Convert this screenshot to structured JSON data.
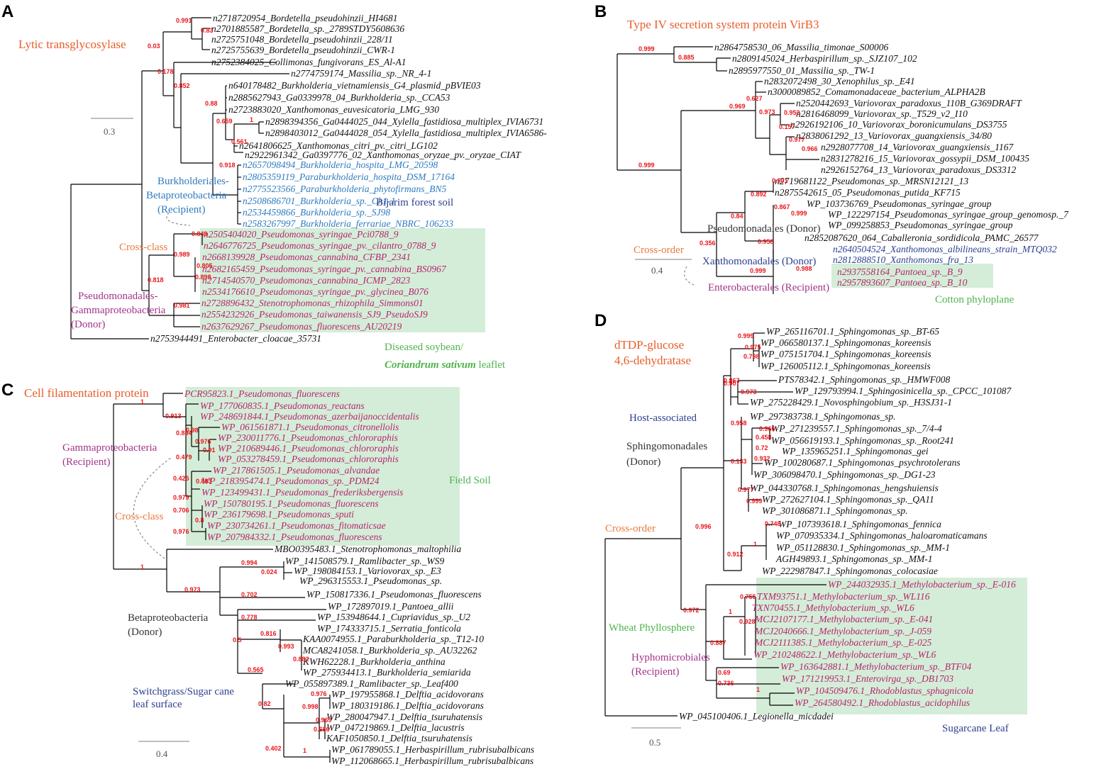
{
  "colors": {
    "title": "#e85d2a",
    "recipient_leaf": "#b5266e",
    "blue_leaf": "#2f7bbf",
    "navy": "#2d3f8e",
    "support": "#e8161b",
    "highlight": "#d4edd8",
    "env_green": "#4db34d",
    "cross": "#e87a3c",
    "purple": "#a23488"
  },
  "panels": [
    {
      "id": "A",
      "title": "Lytic transglycosylase",
      "scale_bar": "0.3",
      "annotations": [
        {
          "text": "Burkholderiales-",
          "color": "blue"
        },
        {
          "text": "Betaproteobacteria",
          "color": "blue"
        },
        {
          "text": "(Recipient)",
          "color": "blue"
        },
        {
          "text": "Bijarim forest soil",
          "color": "navy"
        },
        {
          "text": "Cross-class",
          "color": "cross"
        },
        {
          "text": "Pseudomonadales-",
          "color": "purple"
        },
        {
          "text": "Gammaproteobacteria",
          "color": "purple"
        },
        {
          "text": "(Donor)",
          "color": "purple"
        },
        {
          "text": "Diseased soybean/",
          "color": "green"
        },
        {
          "text": "Coriandrum sativum",
          "color": "green_bold"
        },
        {
          "text": " leaflet",
          "color": "green"
        }
      ],
      "leaves": [
        {
          "label": "n2718720954_Bordetella_pseudohinzii_HI4681",
          "color": "black"
        },
        {
          "label": "n2701885587_Bordetella_sp._2789STDY5608636",
          "color": "black"
        },
        {
          "label": "n2725751048_Bordetella_pseudohinzii_228/11",
          "color": "black"
        },
        {
          "label": "n2725755639_Bordetella_pseudohinzii_CWR-1",
          "color": "black"
        },
        {
          "label": "n2752384025_Collimonas_fungivorans_ES_Al-A1",
          "color": "black"
        },
        {
          "label": "n2774759174_Massilia_sp._NR_4-1",
          "color": "black"
        },
        {
          "label": "n640178482_Burkholderia_vietnamiensis_G4_plasmid_pBVIE03",
          "color": "black"
        },
        {
          "label": "n2885627943_Ga0339978_04_Burkholderia_sp._CCA53",
          "color": "black"
        },
        {
          "label": "n2723883020_Xanthomonas_euvesicatoria_LMG_930",
          "color": "black"
        },
        {
          "label": "n2898394356_Ga0444025_044_Xylella_fastidiosa_multiplex_IVIA6731",
          "color": "black"
        },
        {
          "label": "n2898403012_Ga0444028_054_Xylella_fastidiosa_multiplex_IVIA6586-",
          "color": "black"
        },
        {
          "label": "n2641806625_Xanthomonas_citri_pv._citri_LG102",
          "color": "black"
        },
        {
          "label": "n2922961342_Ga0397776_02_Xanthomonas_oryzae_pv._oryzae_CIAT",
          "color": "black"
        },
        {
          "label": "n2657098494_Burkholderia_hospita_LMG_20598",
          "color": "blue"
        },
        {
          "label": "n2805359119_Paraburkholderia_hospita_DSM_17164",
          "color": "blue"
        },
        {
          "label": "n2775523566_Paraburkholderia_phytofirmans_BN5",
          "color": "blue"
        },
        {
          "label": "n2508686701_Burkholderia_sp._Ch1-1",
          "color": "blue"
        },
        {
          "label": "n2534459866_Burkholderia_sp._SJ98",
          "color": "blue"
        },
        {
          "label": "n2583267997_Burkholderia_ferrariae_NBRC_106233",
          "color": "blue"
        },
        {
          "label": "n2505404020_Pseudomonas_syringae_Pci0788_9",
          "color": "recipient"
        },
        {
          "label": "n2646776725_Pseudomonas_syringae_pv._cilantro_0788_9",
          "color": "recipient"
        },
        {
          "label": "n2668139928_Pseudomonas_cannabina_CFBP_2341",
          "color": "recipient"
        },
        {
          "label": "n2682165459_Pseudomonas_syringae_pv._cannabina_BS0967",
          "color": "recipient"
        },
        {
          "label": "n2714540570_Pseudomonas_cannabina_ICMP_2823",
          "color": "recipient"
        },
        {
          "label": "n2534176610_Pseudomonas_syringae_pv._glycinea_B076",
          "color": "recipient"
        },
        {
          "label": "n2728896432_Stenotrophomonas_rhizophila_Simmons01",
          "color": "recipient"
        },
        {
          "label": "n2554232926_Pseudomonas_taiwanensis_SJ9_PseudoSJ9",
          "color": "recipient"
        },
        {
          "label": "n2637629267_Pseudomonas_fluorescens_AU20219",
          "color": "recipient"
        },
        {
          "label": "n2753944491_Enterobacter_cloacae_35731",
          "color": "black"
        }
      ],
      "supports": [
        "0.991",
        "0.83",
        "0.03",
        "0.178",
        "0.852",
        "0.88",
        "0.659",
        "1",
        "0.561",
        "0.918",
        "0.849",
        "0.989",
        "0.805",
        "0.898",
        "0.818",
        "0.981"
      ]
    },
    {
      "id": "B",
      "title": "Type IV secretion system protein VirB3",
      "scale_bar": "0.4",
      "annotations": [
        {
          "text": "Cross-order",
          "color": "cross"
        },
        {
          "text": "Pseudomonadales (Donor)",
          "color": "black"
        },
        {
          "text": "Xanthomonadales (Donor)",
          "color": "navy"
        },
        {
          "text": "Enterobacterales (Recipient)",
          "color": "purple"
        },
        {
          "text": "Cotton phyloplane",
          "color": "green"
        }
      ],
      "leaves": [
        {
          "label": "n2864758530_06_Massilia_timonae_S00006",
          "color": "black"
        },
        {
          "label": "n2809145024_Herbaspirillum_sp._SJZ107_102",
          "color": "black"
        },
        {
          "label": "n2895977550_01_Massilia_sp._TW-1",
          "color": "black"
        },
        {
          "label": "n2832072498_30_Xenophilus_sp._E41",
          "color": "black"
        },
        {
          "label": "n3000089852_Comamonadaceae_bacterium_ALPHA2B",
          "color": "black"
        },
        {
          "label": "n2520442693_Variovorax_paradoxus_110B_G369DRAFT",
          "color": "black"
        },
        {
          "label": "n2816468099_Variovorax_sp._T529_v2_I10",
          "color": "black"
        },
        {
          "label": "n2926192106_10_Variovorax_boronicumulans_DS3755",
          "color": "black"
        },
        {
          "label": "n2838061292_13_Variovorax_guangxiensis_34/80",
          "color": "black"
        },
        {
          "label": "n2928077708_14_Variovorax_guangxiensis_1167",
          "color": "black"
        },
        {
          "label": "n2831278216_15_Variovorax_gossypii_DSM_100435",
          "color": "black"
        },
        {
          "label": "n2926152764_13_Variovorax_paradoxus_DS3312",
          "color": "black"
        },
        {
          "label": "n2719681122_Pseudomonas_sp._MRSN12121_13",
          "color": "black"
        },
        {
          "label": "n2875542615_05_Pseudomonas_putida_KF715",
          "color": "black"
        },
        {
          "label": "WP_103736769_Pseudomonas_syringae_group",
          "color": "black"
        },
        {
          "label": "WP_122297154_Pseudomonas_syringae_group_genomosp._7",
          "color": "black"
        },
        {
          "label": "WP_099258853_Pseudomonas_syringae_group",
          "color": "black"
        },
        {
          "label": "n2852087620_064_Caballeronia_sordidicola_PAMC_26577",
          "color": "black"
        },
        {
          "label": "n2640504524_Xanthomonas_albilineans_strain_MTQ032",
          "color": "navy"
        },
        {
          "label": "n2812888510_Xanthomonas_fra_13",
          "color": "navy"
        },
        {
          "label": "n2937558164_Pantoea_sp._B_9",
          "color": "recipient"
        },
        {
          "label": "n2957893607_Pantoea_sp._B_10",
          "color": "recipient"
        }
      ],
      "supports": [
        "0.999",
        "0.885",
        "0.969",
        "0.627",
        "0.973",
        "0.952",
        "0.157",
        "0.977",
        "0.966",
        "0.999",
        "0.901",
        "0.892",
        "0.867",
        "0.999",
        "0.84",
        "0.958",
        "0.356",
        "0.988",
        "0.999"
      ]
    },
    {
      "id": "C",
      "title": "Cell filamentation protein",
      "scale_bar": "0.4",
      "annotations": [
        {
          "text": "Gammaproteobacteria",
          "color": "purple"
        },
        {
          "text": "(Recipient)",
          "color": "purple"
        },
        {
          "text": "Field Soil",
          "color": "green"
        },
        {
          "text": "Cross-class",
          "color": "cross"
        },
        {
          "text": "Betaproteobacteria",
          "color": "black"
        },
        {
          "text": "(Donor)",
          "color": "black"
        },
        {
          "text": "Switchgrass/Sugar cane",
          "color": "navy"
        },
        {
          "text": " leaf surface",
          "color": "navy"
        }
      ],
      "leaves": [
        {
          "label": "PCR95823.1_Pseudomonas_fluorescens",
          "color": "recipient"
        },
        {
          "label": "WP_177060835.1_Pseudomonas_reactans",
          "color": "recipient"
        },
        {
          "label": "WP_248691844.1_Pseudomonas_azerbaijanoccidentalis",
          "color": "recipient"
        },
        {
          "label": "WP_061561871.1_Pseudomonas_citronellolis",
          "color": "recipient"
        },
        {
          "label": "WP_230011776.1_Pseudomonas_chlororaphis",
          "color": "recipient"
        },
        {
          "label": "WP_210689446.1_Pseudomonas_chlororaphis",
          "color": "recipient"
        },
        {
          "label": "WP_053278459.1_Pseudomonas_chlororaphis",
          "color": "recipient"
        },
        {
          "label": "WP_217861505.1_Pseudomonas_alvandae",
          "color": "recipient"
        },
        {
          "label": "WP_218395474.1_Pseudomonas_sp._PDM24",
          "color": "recipient"
        },
        {
          "label": "WP_123499431.1_Pseudomonas_frederiksbergensis",
          "color": "recipient"
        },
        {
          "label": "WP_150780195.1_Pseudomonas_fluorescens",
          "color": "recipient"
        },
        {
          "label": "WP_236179698.1_Pseudomonas_sputi",
          "color": "recipient"
        },
        {
          "label": "WP_230734261.1_Pseudomonas_fitomaticsae",
          "color": "recipient"
        },
        {
          "label": "WP_207984332.1_Pseudomonas_fluorescens",
          "color": "recipient"
        },
        {
          "label": "MBO0395483.1_Stenotrophomonas_maltophilia",
          "color": "black"
        },
        {
          "label": "WP_141508579.1_Ramlibacter_sp._WS9",
          "color": "black"
        },
        {
          "label": "WP_198084153.1_Variovorax_sp._E3",
          "color": "black"
        },
        {
          "label": "WP_296315553.1_Pseudomonas_sp.",
          "color": "black"
        },
        {
          "label": "WP_150817336.1_Pseudomonas_fluorescens",
          "color": "black"
        },
        {
          "label": "WP_172897019.1_Pantoea_allii",
          "color": "black"
        },
        {
          "label": "WP_153948644.1_Cupriavidus_sp._U2",
          "color": "black"
        },
        {
          "label": "WP_174333715.1_Serratia_fonticola",
          "color": "black"
        },
        {
          "label": "KAA0074955.1_Paraburkholderia_sp._T12-10",
          "color": "black"
        },
        {
          "label": "MCA8241058.1_Burkholderia_sp._AU32262",
          "color": "black"
        },
        {
          "label": "KWH62228.1_Burkholderia_anthina",
          "color": "black"
        },
        {
          "label": "WP_275934413.1_Burkholderia_semiarida",
          "color": "black"
        },
        {
          "label": "WP_055897389.1_Ramlibacter_sp._Leaf400",
          "color": "black"
        },
        {
          "label": "WP_197955868.1_Delftia_acidovorans",
          "color": "black"
        },
        {
          "label": "WP_180319186.1_Delftia_acidovorans",
          "color": "black"
        },
        {
          "label": "WP_280047947.1_Delftia_tsuruhatensis",
          "color": "black"
        },
        {
          "label": "WP_047219869.1_Delftia_lacustris",
          "color": "black"
        },
        {
          "label": "KAF1050850.1_Delftia_tsuruhatensis",
          "color": "black"
        },
        {
          "label": "WP_061789055.1_Herbaspirillum_rubrisubalbicans",
          "color": "black"
        },
        {
          "label": "WP_112068665.1_Herbaspirillum_rubrisubalbicans",
          "color": "black"
        }
      ],
      "supports": [
        "1",
        "0.913",
        "0.854",
        "0.98",
        "0.976",
        "0.91",
        "0.479",
        "0.425",
        "0.883",
        "0.979",
        "0.706",
        "0.8",
        "0.976",
        "1",
        "0.973",
        "0.994",
        "0.024",
        "0.702",
        "0.778",
        "0.816",
        "0.5",
        "0.993",
        "0.882",
        "0.565",
        "0.976",
        "0.998",
        "0.82",
        "0.969",
        "0.686",
        "0.402",
        "1"
      ]
    },
    {
      "id": "D",
      "title": "dTDP-glucose",
      "title2": "4,6-dehydratase",
      "scale_bar": "0.5",
      "annotations": [
        {
          "text": "Host-associated",
          "color": "navy"
        },
        {
          "text": "Sphingomonadales",
          "color": "black"
        },
        {
          "text": "(Donor)",
          "color": "black"
        },
        {
          "text": "Cross-order",
          "color": "cross"
        },
        {
          "text": "Wheat Phyllosphere",
          "color": "green"
        },
        {
          "text": "Hyphomicrobiales",
          "color": "purple"
        },
        {
          "text": "(Recipient)",
          "color": "purple"
        },
        {
          "text": "Sugarcane Leaf",
          "color": "navy"
        }
      ],
      "leaves": [
        {
          "label": "WP_265116701.1_Sphingomonas_sp._BT-65",
          "color": "black"
        },
        {
          "label": "WP_066580137.1_Sphingomonas_koreensis",
          "color": "black"
        },
        {
          "label": "WP_075151704.1_Sphingomonas_koreensis",
          "color": "black"
        },
        {
          "label": "WP_126005112.1_Sphingomonas_koreensis",
          "color": "black"
        },
        {
          "label": "PTS78342.1_Sphingomonas_sp._HMWF008",
          "color": "black"
        },
        {
          "label": "WP_129793994.1_Sphingosinicella_sp._CPCC_101087",
          "color": "black"
        },
        {
          "label": "WP_275228429.1_Novosphingobium_sp._H3SJ31-1",
          "color": "black"
        },
        {
          "label": "WP_297383738.1_Sphingomonas_sp.",
          "color": "black"
        },
        {
          "label": "WP_271239557.1_Sphingomonas_sp._7/4-4",
          "color": "black"
        },
        {
          "label": "WP_056619193.1_Sphingomonas_sp._Root241",
          "color": "black"
        },
        {
          "label": "WP_135965251.1_Sphingomonas_gei",
          "color": "black"
        },
        {
          "label": "WP_100280687.1_Sphingomonas_psychrotolerans",
          "color": "black"
        },
        {
          "label": "WP_306098470.1_Sphingomonas_sp._DG1-23",
          "color": "black"
        },
        {
          "label": "WP_044330768.1_Sphingomonas_hengshuiensis",
          "color": "black"
        },
        {
          "label": "WP_272627104.1_Sphingomonas_sp._QA11",
          "color": "black"
        },
        {
          "label": "WP_301086871.1_Sphingomonas_sp.",
          "color": "black"
        },
        {
          "label": "WP_107393618.1_Sphingomonas_fennica",
          "color": "black"
        },
        {
          "label": "WP_070935334.1_Sphingomonas_haloaromaticamans",
          "color": "black"
        },
        {
          "label": "WP_051128830.1_Sphingomonas_sp._MM-1",
          "color": "black"
        },
        {
          "label": "AGH49893.1_Sphingomonas_sp._MM-1",
          "color": "black"
        },
        {
          "label": "WP_222987847.1_Sphingomonas_colocasiae",
          "color": "black"
        },
        {
          "label": "WP_244032935.1_Methylobacterium_sp._E-016",
          "color": "recipient"
        },
        {
          "label": "TXM93751.1_Methylobacterium_sp._WL116",
          "color": "recipient"
        },
        {
          "label": "TXN70455.1_Methylobacterium_sp._WL6",
          "color": "recipient"
        },
        {
          "label": "MCJ2107177.1_Methylobacterium_sp._E-041",
          "color": "recipient"
        },
        {
          "label": "MCJ2040666.1_Methylobacterium_sp._J-059",
          "color": "recipient"
        },
        {
          "label": "MCJ2111385.1_Methylobacterium_sp._E-025",
          "color": "recipient"
        },
        {
          "label": "WP_210248622.1_Methylobacterium_sp._WL6",
          "color": "recipient"
        },
        {
          "label": "WP_163642881.1_Methylobacterium_sp._BTF04",
          "color": "recipient"
        },
        {
          "label": "WP_171219953.1_Enterovirga_sp._DB1703",
          "color": "recipient"
        },
        {
          "label": "WP_104509476.1_Rhodoblastus_sphagnicola",
          "color": "recipient"
        },
        {
          "label": "WP_264580492.1_Rhodoblastus_acidophilus",
          "color": "recipient"
        },
        {
          "label": "WP_045100406.1_Legionella_micdadei",
          "color": "black"
        }
      ],
      "supports": [
        "0.999",
        "0.975",
        "0.798",
        "0.867",
        "0.907",
        "0.973",
        "0.958",
        "0.966",
        "0.458",
        "0.72",
        "0.932",
        "0.133",
        "0.977",
        "0.999",
        "0.996",
        "0.748",
        "1",
        "0.912",
        "0.755",
        "1",
        "0.928",
        "0.887",
        "0.972",
        "0.69",
        "0.736",
        "1"
      ]
    }
  ]
}
